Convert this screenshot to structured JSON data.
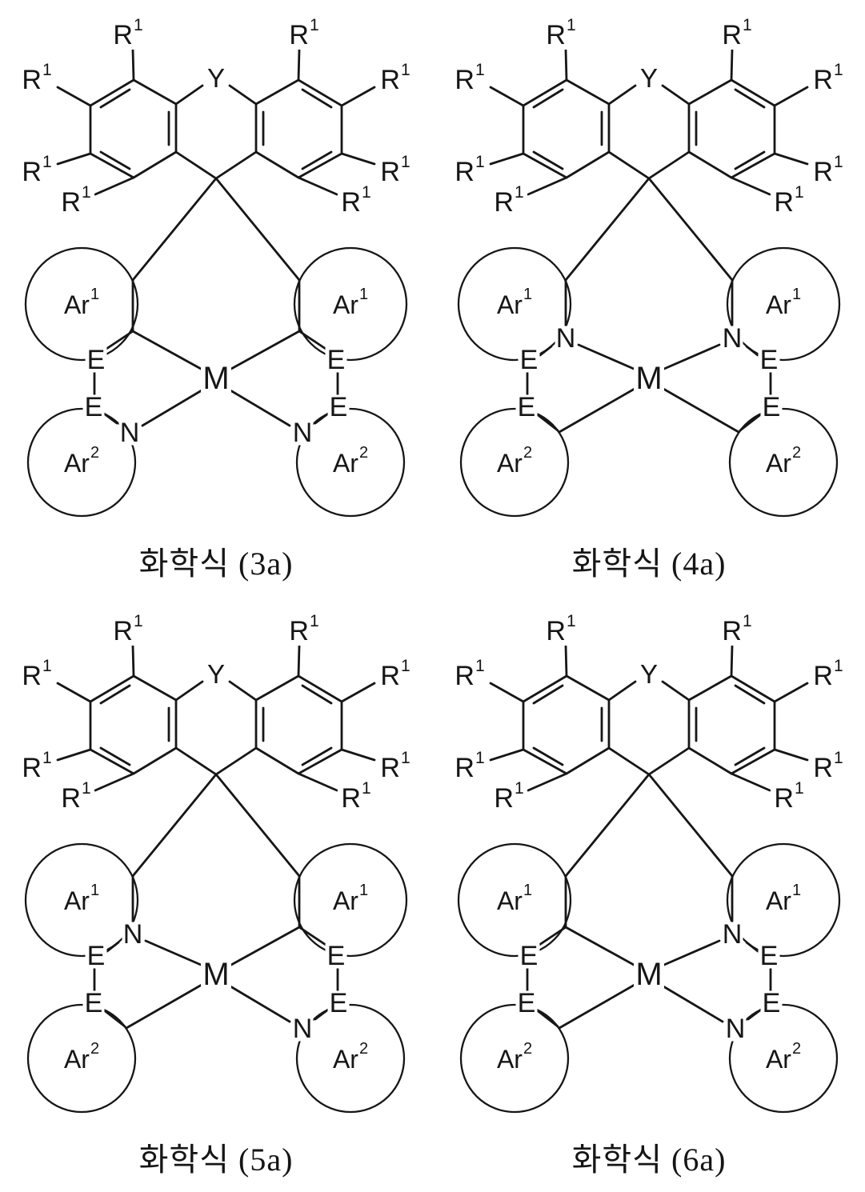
{
  "figure": {
    "background": "#ffffff",
    "ink": "#161616",
    "description_visible_text_only": true
  },
  "atom_labels": {
    "bridge": "Y",
    "metal": "M",
    "heteroatom": "E",
    "nitrogen": "N",
    "substituent_base": "R",
    "substituent_sup": "1",
    "aryl1_base": "Ar",
    "aryl1_sup": "1",
    "aryl2_base": "Ar",
    "aryl2_sup": "2"
  },
  "panels": [
    {
      "id": "3a",
      "caption": "화학식 (3a)",
      "left_ligand": {
        "top": "C",
        "bottom": "N"
      },
      "right_ligand": {
        "top": "C",
        "bottom": "N"
      }
    },
    {
      "id": "4a",
      "caption": "화학식 (4a)",
      "left_ligand": {
        "top": "N",
        "bottom": "C"
      },
      "right_ligand": {
        "top": "N",
        "bottom": "C"
      }
    },
    {
      "id": "5a",
      "caption": "화학식 (5a)",
      "left_ligand": {
        "top": "N",
        "bottom": "C"
      },
      "right_ligand": {
        "top": "C",
        "bottom": "N"
      }
    },
    {
      "id": "6a",
      "caption": "화학식 (6a)",
      "left_ligand": {
        "top": "C",
        "bottom": "C"
      },
      "right_ligand": {
        "top": "N",
        "bottom": "N"
      }
    }
  ]
}
